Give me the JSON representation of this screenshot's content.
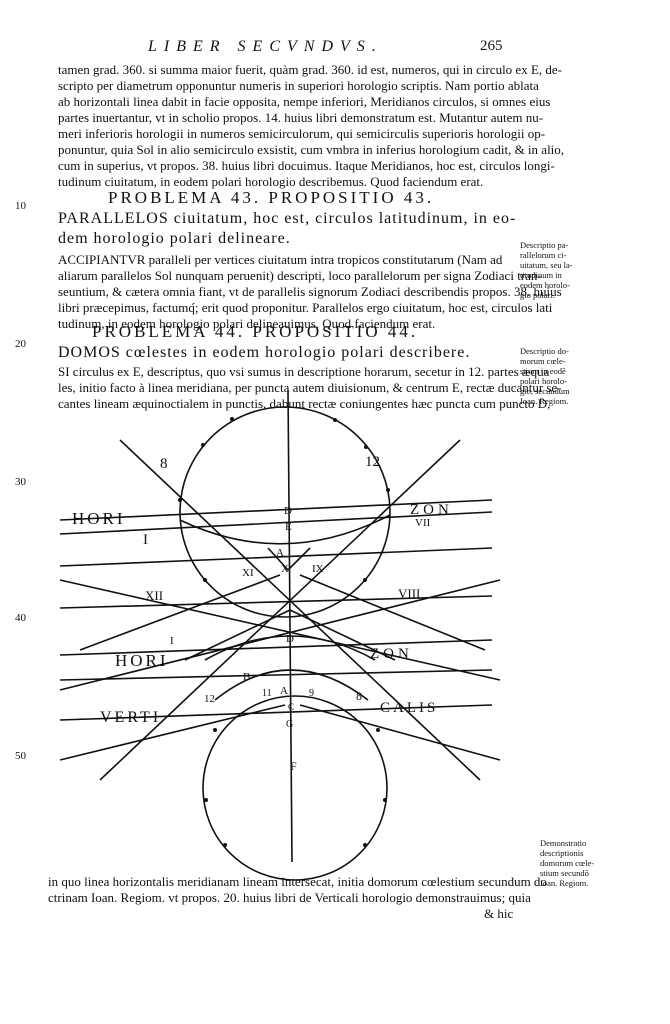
{
  "header": {
    "running_title": "LIBER SECVNDVS.",
    "page_number": "265"
  },
  "line_numbers": [
    "10",
    "20",
    "30",
    "40",
    "50"
  ],
  "paragraph_1": [
    "tamen grad. 360. si summa maior fuerit, quàm grad. 360. id est, numeros, qui in circulo ex E, de-",
    "scripto per diametrum opponuntur numeris in superiori horologio scriptis. Nam portio ablata",
    "ab horizontali linea dabit in facie opposita, nempe inferiori, Meridianos circulos, si omnes eius",
    "partes inuertantur, vt in scholio propos. 14. huius libri demonstratum est. Mutantur autem nu-",
    "meri inferioris horologii in numeros semicirculorum, qui semicirculis superioris horologii op-",
    "ponuntur, quia Sol in alio semicirculo exsistit, cum vmbra in inferius horologium cadit, & in alio,",
    "cum in superius, vt propos. 38. huius libri docuimus. Itaque Meridianos, hoc est, circulos longi-",
    "tudinum ciuitatum, in eodem polari horologio describemus. Quod faciendum erat."
  ],
  "problem_43": {
    "heading": "PROBLEMA 43. PROPOSITIO 43.",
    "subheading_1": "PARALLELOS ciuitatum, hoc est, circulos latitudinum, in eo-",
    "subheading_2": "dem horologio polari delineare.",
    "lines": [
      "ACCIPIANTVR paralleli per vertices ciuitatum intra tropicos constitutarum (Nam ad",
      "aliarum parallelos Sol nunquam peruenit) descripti, loco parallelorum per signa Zodiaci tran-",
      "seuntium, & cætera omnia fiant, vt de parallelis signorum Zodiaci describendis propos. 38. huius",
      "libri præcepimus, factumq́; erit quod proponitur. Parallelos ergo ciuitatum, hoc est, circulos lati",
      "tudinum, in eodem horologio polari delineauimus. Quod faciendum erat."
    ],
    "margin_note": [
      "Descriptio pa-",
      "rallelorum ci-",
      "uitatum, seu la-",
      "titudinum in",
      "eodem horolo-",
      "gio polari."
    ]
  },
  "problem_44": {
    "heading": "PROBLEMA 44. PROPOSITIO 44.",
    "subheading": "DOMOS cœlestes in eodem horologio polari describere.",
    "lines": [
      "SI circulus ex E, descriptus, quo vsi sumus in descriptione horarum, secetur in 12. partes æqua",
      "les, initio facto à linea meridiana, per puncta autem diuisionum, & centrum E, rectæ ducantur se-",
      "cantes lineam æquinoctialem in punctis, dabunt rectæ coniungentes hæc puncta cum puncto D,"
    ],
    "margin_note": [
      "Descriptio do-",
      "morum cœle-",
      "stium in eodē",
      "polari horolo-",
      "gio, secundum",
      "Ioan. Regiom."
    ]
  },
  "figure": {
    "labels": {
      "n8_top": "8",
      "n12_top": "12",
      "hori_top": "HORI",
      "zon_top": "ZON",
      "roman_I": "I",
      "roman_VII": "VII",
      "D_top": "D",
      "E": "E",
      "A_top": "A",
      "XI": "XI",
      "X": "X",
      "IX": "IX",
      "XII": "XII",
      "VIII": "VIII",
      "I_lower": "I",
      "D_lower": "D",
      "hori_bottom": "HORI",
      "zon_bottom": "ZON",
      "B": "B",
      "n11": "11",
      "A_lower": "A",
      "n9": "9",
      "n12_lower": "12",
      "n8_lower": "8",
      "C": "C",
      "G": "G",
      "verti": "VERTI",
      "calis": "CALIS",
      "F": "F"
    }
  },
  "closing": {
    "lines": [
      "in quo linea horizontalis meridianam lineam intersecat, initia domorum cœlestium secundum do",
      "ctrinam Ioan. Regiom. vt propos. 20. huius libri de Verticali horologio demonstrauimus; quia"
    ],
    "catchword": "& hic",
    "margin_note": [
      "Demonstratio",
      "descriptionis",
      "domorum cœle-",
      "stium secundō",
      "Ioan. Regiom."
    ]
  }
}
